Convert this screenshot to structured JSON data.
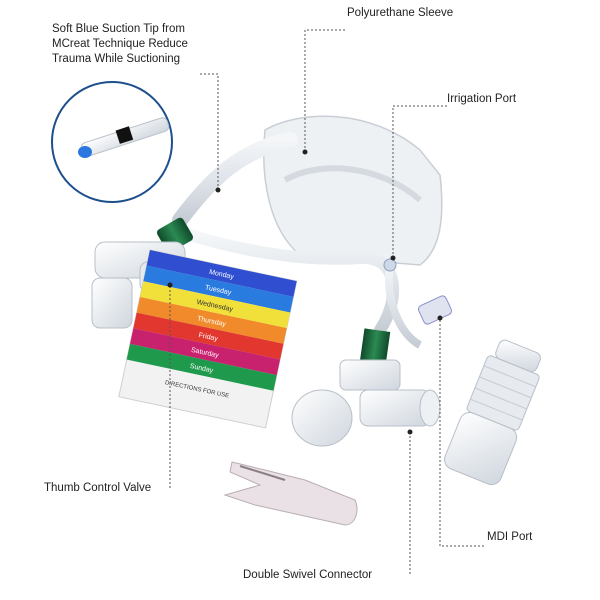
{
  "callouts": {
    "suction_tip": "Soft Blue Suction Tip from\nMCreat Technique Reduce\nTrauma While Suctioning",
    "sleeve": "Polyurethane Sleeve",
    "irrigation": "Irrigation Port",
    "thumb_valve": "Thumb Control Valve",
    "mdi": "MDI Port",
    "swivel": "Double Swivel Connector"
  },
  "day_card": {
    "days": [
      {
        "label": "Monday",
        "color": "#2f4fd0"
      },
      {
        "label": "Tuesday",
        "color": "#2a7be0"
      },
      {
        "label": "Wednesday",
        "color": "#f1e03a"
      },
      {
        "label": "Thursday",
        "color": "#f08a2a"
      },
      {
        "label": "Friday",
        "color": "#e1372f"
      },
      {
        "label": "Saturday",
        "color": "#c8216d"
      },
      {
        "label": "Sunday",
        "color": "#1f9a4c"
      }
    ],
    "directions_title": "DIRECTIONS\nFOR USE"
  },
  "colors": {
    "leader": "#555555",
    "inset_ring": "#1d4f8c",
    "connector": "#1f6b3f"
  }
}
